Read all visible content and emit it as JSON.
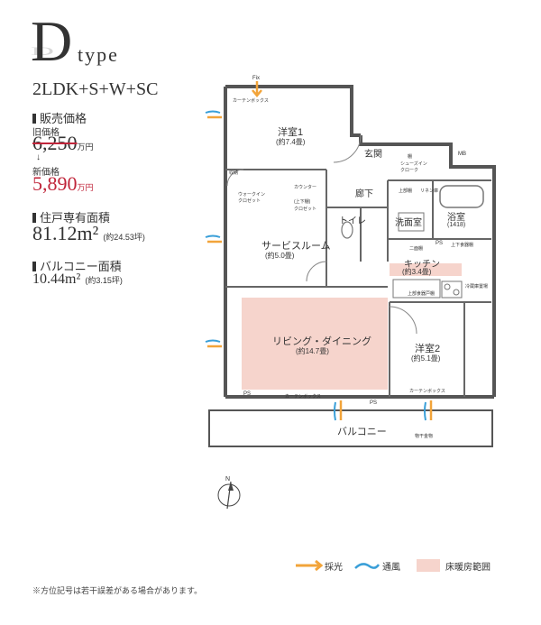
{
  "header": {
    "type_letter": "D",
    "type_word": "type",
    "layout": "2LDK+S+W+SC"
  },
  "price": {
    "heading": "販売価格",
    "old_label": "旧価格",
    "old_value": "6,250",
    "old_unit": "万円",
    "arrow": "↓",
    "new_label": "新価格",
    "new_value": "5,890",
    "new_unit": "万円",
    "accent": "#c0253a"
  },
  "area": {
    "heading": "住戸専有面積",
    "value": "81.12m²",
    "sub": "(約24.53坪)"
  },
  "balcony_area": {
    "heading": "バルコニー面積",
    "value": "10.44m²",
    "sub": "(約3.15坪)"
  },
  "rooms": {
    "western1": "洋室1",
    "western1_size": "(約7.4畳)",
    "service": "サービスルーム",
    "service_size": "(約5.0畳)",
    "living": "リビング・ダイニング",
    "living_size": "(約14.7畳)",
    "western2": "洋室2",
    "western2_size": "(約5.1畳)",
    "kitchen": "キッチン",
    "kitchen_size": "(約3.4畳)",
    "entrance": "玄関",
    "hallway": "廊下",
    "toilet": "トイレ",
    "washroom": "洗面室",
    "bath": "浴室",
    "bath_size": "(1418)",
    "balcony": "バルコニー"
  },
  "labels": {
    "fix": "Fix",
    "curtain_box": "カーテンボックス",
    "mb": "MB",
    "ps": "PS",
    "counter": "カウンター",
    "walkin": "ウォークイン\nクロゼット",
    "storage": "収納",
    "shoes": "シューズイン\nクローク",
    "closet": "クロゼット",
    "upper_shelf": "上部棚",
    "upper_lower_shelf": "(上下棚)",
    "linen": "リネン庫",
    "upper_cupboard": "上下食器棚",
    "cupboard": "上部食器戸棚",
    "fridge": "冷蔵庫置場",
    "outdoor_fixture": "物干金物",
    "cabinet": "二面棚",
    "shoe_shelf": "棚"
  },
  "legend": {
    "light": "採光",
    "wind": "通風",
    "floor_heating": "床暖房範囲",
    "light_color": "#f2a43a",
    "wind_color": "#3a9fd8",
    "heat_color": "#f6d4cc"
  },
  "note": "※方位記号は若干誤差がある場合があります。",
  "compass": "N"
}
